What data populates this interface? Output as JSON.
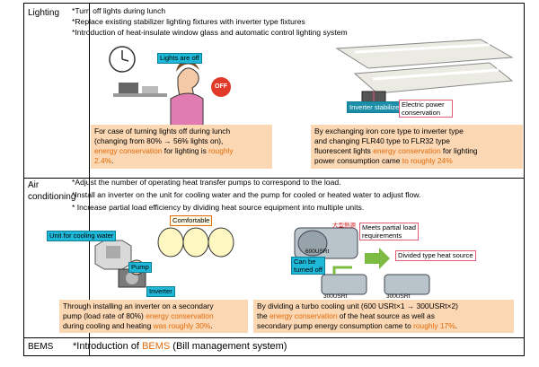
{
  "lighting": {
    "category": "Lighting",
    "bullets": [
      "*Turn off lights during lunch",
      "*Replace existing stabilizer lighting fixtures with inverter type fixtures",
      "*Introduction of heat-insulate window glass and automatic control lighting system"
    ],
    "tag_lights_off": "Lights are off",
    "off_label": "OFF",
    "tag_inverter_stabilizer": "Inverter stabilizer",
    "tag_electric_power": "Electric power conservation",
    "box_left": {
      "t1": "For case of turning lights off during lunch",
      "t2": "(changing from 80% → 56% lights on),",
      "t3_em": "energy conservation",
      "t3_rest": " for lighting is ",
      "t3_em2": "roughly",
      "t4_em": "2.4%",
      "t4_rest": "."
    },
    "box_right": {
      "t1": "By exchanging iron core type to inverter type",
      "t2": "and changing FLR40 type to FLR32 type",
      "t3_a": "fluorescent lights ",
      "t3_em": "energy conservation",
      "t3_b": " for lighting",
      "t4_a": "power consumption came ",
      "t4_em": "to roughly 24%"
    }
  },
  "air": {
    "category_1": "Air",
    "category_2": "conditioning",
    "bullets": [
      "*Adjust the number of operating heat transfer pumps to correspond to the load.",
      "*Install an inverter on the unit for cooling water and the pump for cooled or heated water to adjust flow.",
      "* Increase partial load efficiency by dividing heat source equipment into multiple units."
    ],
    "tag_cooling_water": "Unit for cooling water",
    "tag_comfortable": "Comfortable",
    "tag_pump": "Pump",
    "tag_inverter": "Inverter",
    "tag_partial_load_1": "Meets partial load",
    "tag_partial_load_2": "requirements",
    "tag_can_be_1": "Can be",
    "tag_can_be_2": "turned off",
    "tag_divided": "Divided type heat source",
    "label_large": "大型熱源",
    "label_600": "600USRt",
    "label_300a": "300USRt",
    "label_300b": "300USRt",
    "box_left": {
      "t1": "Through installing an inverter on a secondary",
      "t2_a": "pump (load rate of 80%) ",
      "t2_em": "energy conservation",
      "t3_a": "during cooling and heating ",
      "t3_em": "was roughly 30%",
      "t3_b": "."
    },
    "box_right": {
      "t1": "By dividing a turbo cooling unit (600 USRt×1 → 300USRt×2)",
      "t2_a": "the ",
      "t2_em": "energy conservation",
      "t2_b": " of the heat source as well as",
      "t3_a": "secondary pump energy consumption came to ",
      "t3_em": "roughly 17%",
      "t3_b": "."
    }
  },
  "bems": {
    "category": "BEMS",
    "text_a": "*Introduction of ",
    "text_em": "BEMS",
    "text_b": " (Bill management system)"
  },
  "colors": {
    "box_fill": "#fbd7b3",
    "accent_orange": "#e26b0a",
    "tag_cyan": "#1fb8d8"
  }
}
